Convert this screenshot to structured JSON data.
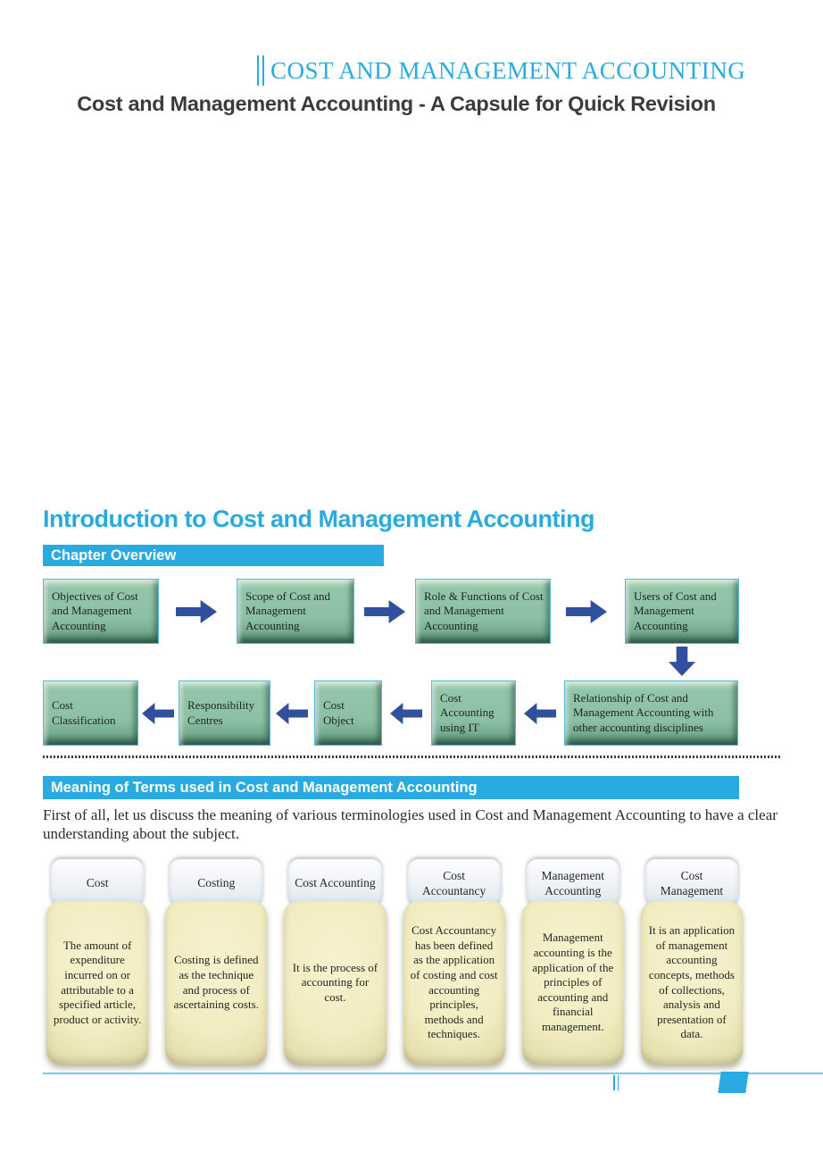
{
  "colors": {
    "accent_cyan": "#29ABE2",
    "arrow_navy": "#30509E",
    "flow_box_green": "#8CC0A4",
    "term_card_yellow": "#F2ECC2"
  },
  "header": {
    "title": "COST AND MANAGEMENT ACCOUNTING",
    "subtitle": "Cost and Management Accounting - A Capsule for Quick Revision",
    "mark_icon": "double-vertical-bar"
  },
  "intro_section": {
    "title": "Introduction to Cost and Management Accounting",
    "banner": "Chapter Overview"
  },
  "flowchart": {
    "row1": [
      {
        "label": "Objectives of Cost and Management Accounting"
      },
      {
        "label": "Scope of Cost and Management Accounting"
      },
      {
        "label": "Role & Functions of Cost and Management Accounting"
      },
      {
        "label": "Users of Cost and Management Accounting"
      }
    ],
    "row2": [
      {
        "label": "Cost Classification"
      },
      {
        "label": "Responsibility Centres"
      },
      {
        "label": "Cost Object"
      },
      {
        "label": "Cost Accounting using IT"
      },
      {
        "label": "Relationship of Cost and Management Accounting with other accounting disciplines"
      }
    ]
  },
  "meaning_section": {
    "banner": "Meaning of Terms used in Cost and Management Accounting",
    "intro": "First of all, let us discuss the meaning of various terminologies used in Cost and Management Accounting to have a clear understanding about the subject."
  },
  "terms": [
    {
      "title": "Cost",
      "description": "The amount of expenditure incurred on or attributable to a specified article, product or activity."
    },
    {
      "title": "Costing",
      "description": "Costing is defined as the technique and process of ascertaining costs."
    },
    {
      "title": "Cost Accounting",
      "description": "It is the process of accounting for cost."
    },
    {
      "title": "Cost Accountancy",
      "description": "Cost Accountancy has been defined as the application of costing and cost accounting principles, methods and techniques."
    },
    {
      "title": "Management Accounting",
      "description": "Management accounting is the application of the principles of accounting and financial management."
    },
    {
      "title": "Cost Management",
      "description": "It is an application of management accounting concepts, methods of collections, analysis and presentation of data."
    }
  ]
}
